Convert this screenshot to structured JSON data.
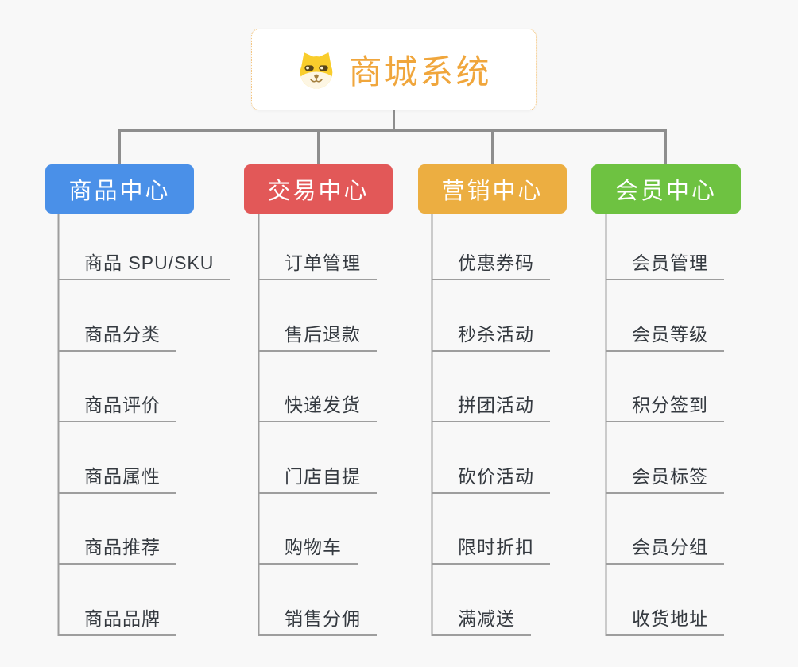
{
  "root": {
    "title": "商城系统",
    "icon": "dog-face-icon"
  },
  "branches": [
    {
      "label": "商品中心",
      "color": "#4a90e8",
      "items": [
        "商品 SPU/SKU",
        "商品分类",
        "商品评价",
        "商品属性",
        "商品推荐",
        "商品品牌"
      ]
    },
    {
      "label": "交易中心",
      "color": "#e25858",
      "items": [
        "订单管理",
        "售后退款",
        "快递发货",
        "门店自提",
        "购物车",
        "销售分佣"
      ]
    },
    {
      "label": "营销中心",
      "color": "#ecae41",
      "items": [
        "优惠券码",
        "秒杀活动",
        "拼团活动",
        "砍价活动",
        "限时折扣",
        "满减送"
      ]
    },
    {
      "label": "会员中心",
      "color": "#6ec241",
      "items": [
        "会员管理",
        "会员等级",
        "积分签到",
        "会员标签",
        "会员分组",
        "收货地址"
      ]
    }
  ],
  "styles": {
    "background": "#f8f8f8",
    "root_text_color": "#f0a63c",
    "root_border_color": "#f2bf72",
    "connector_color": "#8e8e8e",
    "leaf_line_color": "#9e9e9e",
    "leaf_text_color": "#353a40",
    "icon_yellow": "#f9cd2c",
    "icon_muzzle": "#fdf6e3",
    "icon_brown": "#a4803f"
  }
}
